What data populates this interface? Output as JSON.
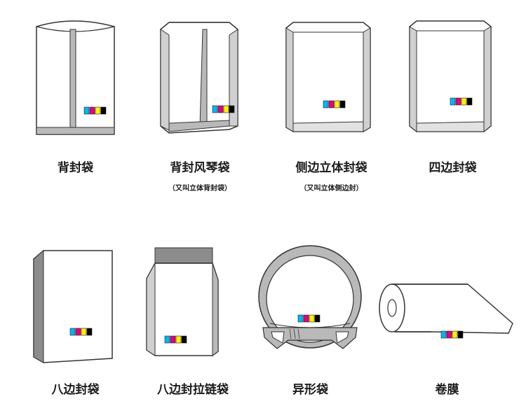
{
  "colors": {
    "outline": "#333333",
    "seal_gray": "#b9b9b9",
    "swatch_cyan": "#00b7f0",
    "swatch_magenta": "#e4007f",
    "swatch_yellow": "#fff100",
    "swatch_black": "#000000"
  },
  "items": [
    {
      "label": "背封袋",
      "icon": "back-seal-bag-icon"
    },
    {
      "label": "背封风琴袋",
      "note": "（又叫立体背封袋）",
      "icon": "gusset-back-seal-bag-icon"
    },
    {
      "label": "侧边立体封袋",
      "note": "（又叫立体侧边封）",
      "icon": "side-gusset-bag-icon"
    },
    {
      "label": "四边封袋",
      "icon": "four-side-seal-bag-icon"
    },
    {
      "label": "八边封袋",
      "icon": "eight-side-seal-bag-icon"
    },
    {
      "label": "八边封拉链袋",
      "icon": "eight-side-zipper-bag-icon"
    },
    {
      "label": "异形袋",
      "icon": "shaped-bag-icon"
    },
    {
      "label": "卷膜",
      "icon": "roll-film-icon"
    }
  ]
}
